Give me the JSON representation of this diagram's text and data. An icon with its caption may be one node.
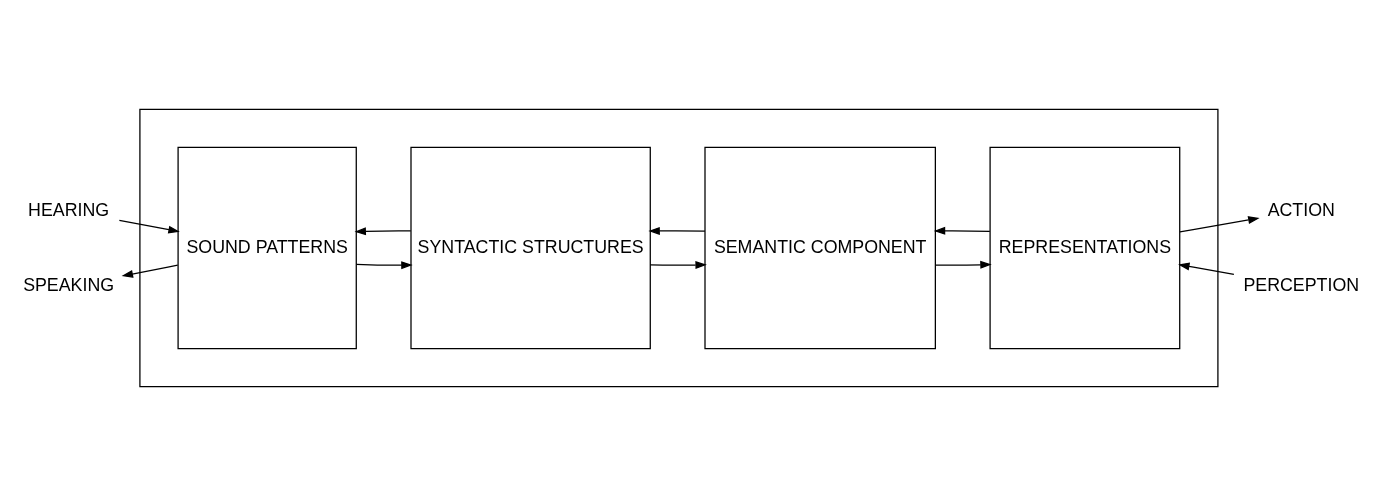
{
  "diagram": {
    "nodes": [
      {
        "text": [],
        "shape": "box"
      },
      {
        "text": [
          "SOUND PATTERNS"
        ],
        "in": 0
      },
      {
        "text": [
          "SYNTACTIC STRUCTURES"
        ],
        "in": 0
      },
      {
        "text": [
          "SEMANTIC COMPONENT"
        ],
        "in": 0
      },
      {
        "text": [
          "REPRESENTATIONS"
        ],
        "in": 0
      },
      {
        "text": [
          "HEARING"
        ]
      },
      {
        "text": [
          "SPEAKING"
        ]
      },
      {
        "text": [
          "ACTION"
        ]
      },
      {
        "text": [
          "PERCEPTION"
        ]
      }
    ],
    "edges": [
      {
        "from": 5,
        "to": 1,
        "arrow": "to"
      },
      {
        "from": 1,
        "to": 2,
        "arrow": "to"
      },
      {
        "from": 2,
        "to": 3,
        "arrow": "to"
      },
      {
        "from": 3,
        "to": 4,
        "arrow": "to"
      },
      {
        "from": 4,
        "to": 7,
        "arrow": "to"
      },
      {
        "from": 8,
        "to": 4,
        "arrow": "to"
      },
      {
        "from": 4,
        "to": 3,
        "arrow": "to"
      },
      {
        "from": 3,
        "to": 2,
        "arrow": "to"
      },
      {
        "from": 2,
        "to": 1,
        "arrow": "to"
      },
      {
        "from": 1,
        "to": 6,
        "arrow": "to"
      }
    ]
  }
}
